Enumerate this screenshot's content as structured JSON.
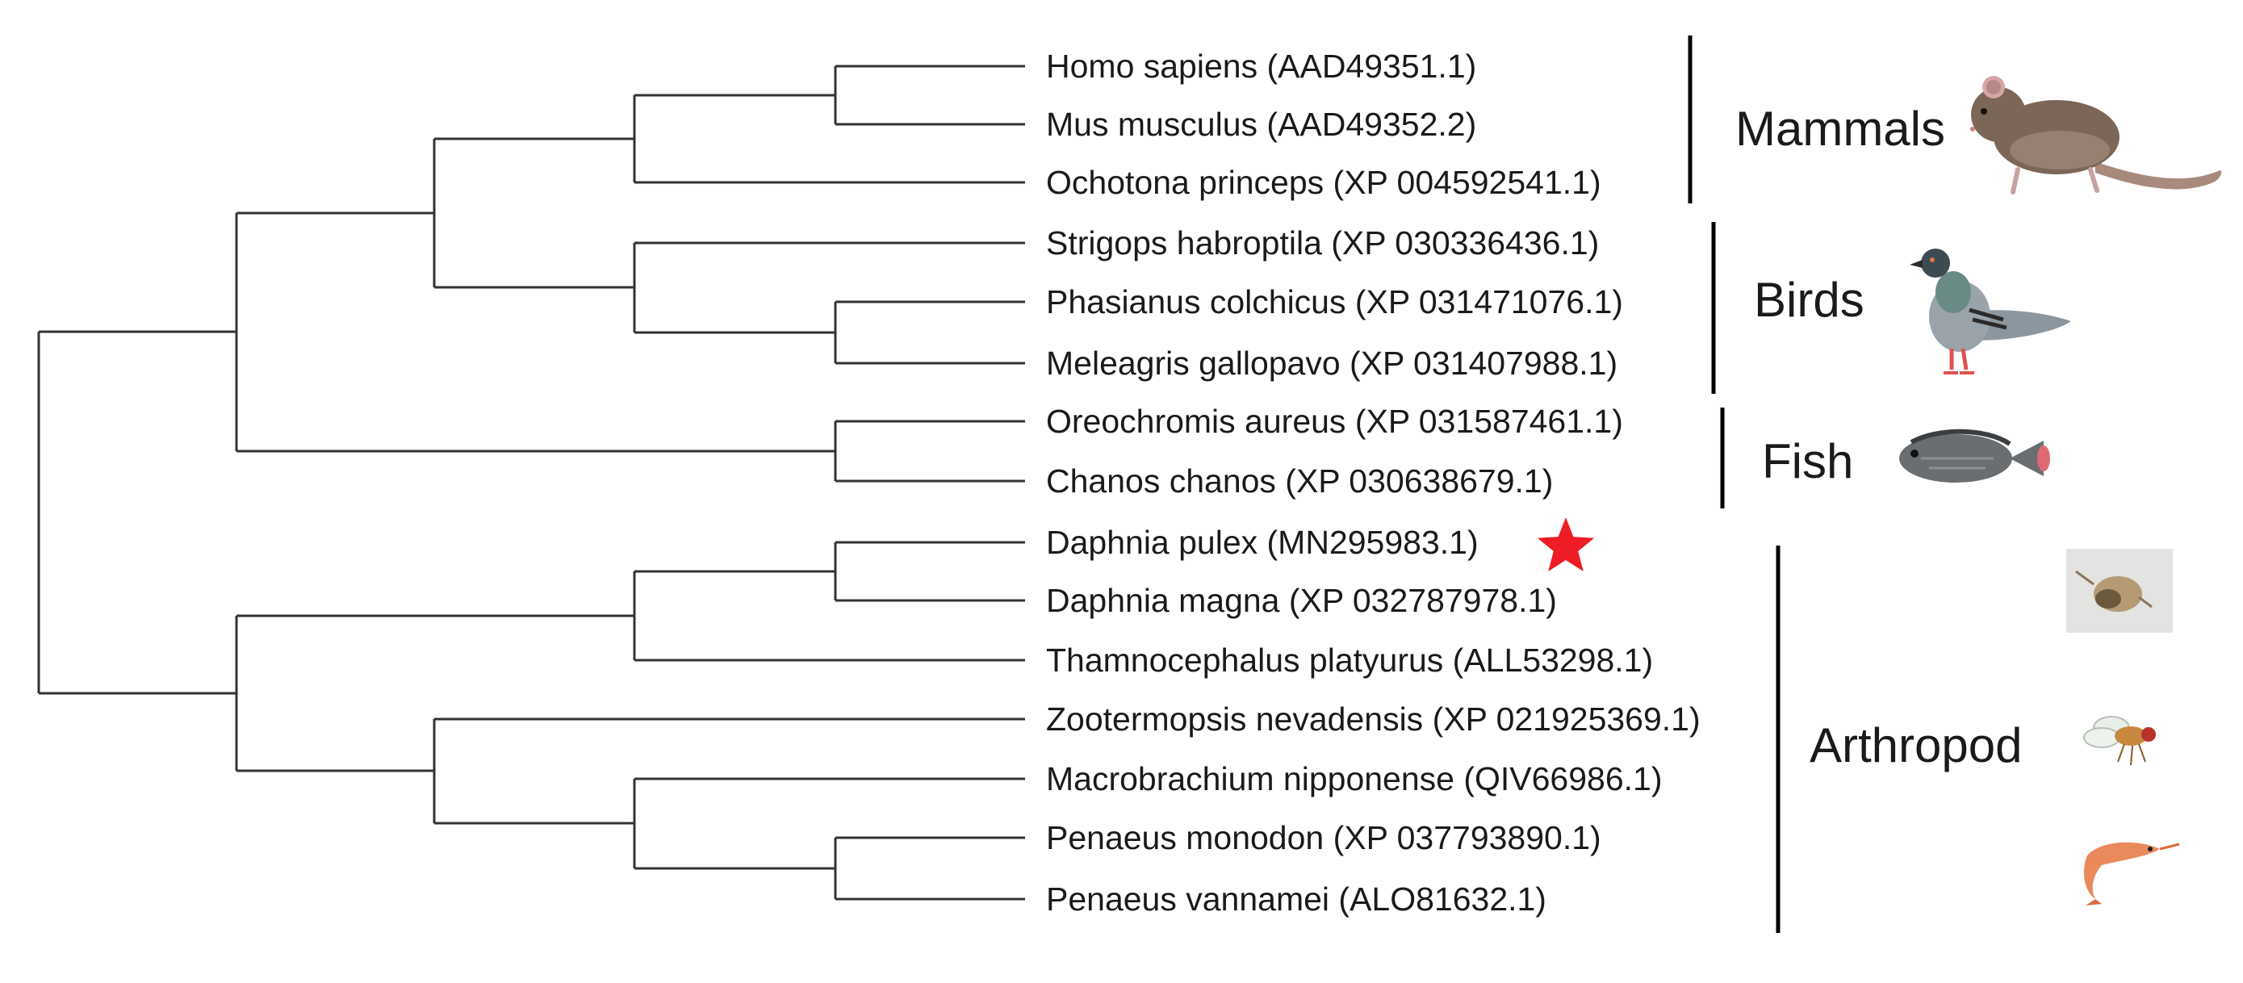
{
  "tree": {
    "leaves": [
      {
        "label": "Homo sapiens (AAD49351.1)"
      },
      {
        "label": "Mus musculus (AAD49352.2)"
      },
      {
        "label": "Ochotona princeps (XP 004592541.1)"
      },
      {
        "label": "Strigops habroptila (XP 030336436.1)"
      },
      {
        "label": "Phasianus colchicus (XP 031471076.1)"
      },
      {
        "label": "Meleagris gallopavo (XP 031407988.1)"
      },
      {
        "label": "Oreochromis aureus (XP 031587461.1)"
      },
      {
        "label": "Chanos chanos (XP 030638679.1)"
      },
      {
        "label": "Daphnia pulex (MN295983.1)",
        "marker": "star"
      },
      {
        "label": "Daphnia magna (XP 032787978.1)"
      },
      {
        "label": "Thamnocephalus platyurus (ALL53298.1)"
      },
      {
        "label": "Zootermopsis nevadensis (XP 021925369.1)"
      },
      {
        "label": "Macrobrachium nipponense (QIV66986.1)"
      },
      {
        "label": "Penaeus monodon (XP 037793890.1)"
      },
      {
        "label": "Penaeus vannamei (ALO81632.1)"
      }
    ],
    "topology": "((((Homo,Mus),Ochotona),(Strigops,(Phasianus,Meleagris))),(Oreochromis,Chanos)),(((Dpulex,Dmagna),Thamnocephalus),(Zootermopsis,(Macrobrachium,(Pmonodon,Pvannamei))))"
  },
  "groups": [
    {
      "label": "Mammals",
      "image": "rat"
    },
    {
      "label": "Birds",
      "image": "pigeon"
    },
    {
      "label": "Fish",
      "image": "tilapia"
    },
    {
      "label": "Arthropod",
      "images": [
        "daphnia-photo",
        "fruit-fly",
        "shrimp"
      ]
    }
  ],
  "colors": {
    "branch": "#333333",
    "bracket": "#000000",
    "star": "#ee1c24"
  }
}
